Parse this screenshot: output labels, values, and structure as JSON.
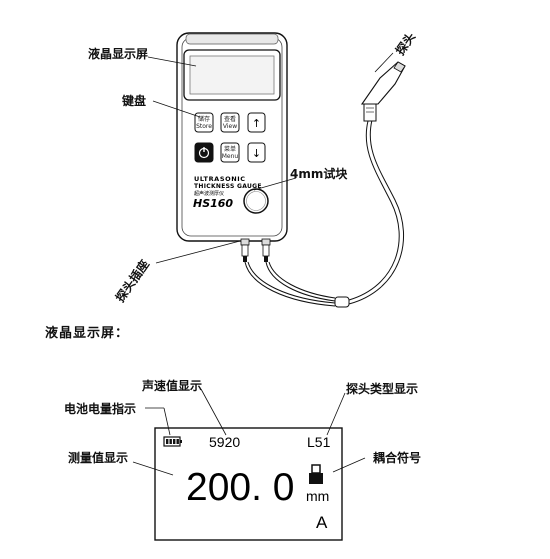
{
  "upper_diagram": {
    "labels": {
      "lcd_screen": "液晶显示屏",
      "keypad": "键盘",
      "test_block": "4mm试块",
      "probe": "探头",
      "probe_socket": "探头插座"
    },
    "keys": {
      "store": {
        "line1": "储存",
        "line2": "Store"
      },
      "view": {
        "line1": "查看",
        "line2": "View"
      },
      "up": "↑",
      "power": "⏻",
      "menu": {
        "line1": "菜单",
        "line2": "Menu"
      },
      "down": "↓"
    },
    "panel_text": {
      "line1": "ULTRASONIC",
      "line2": "THICKNESS GAUGE",
      "line3": "超声波测厚仪",
      "model": "HS160"
    }
  },
  "lcd_section": {
    "title": "液晶显示屏：",
    "labels": {
      "sound_velocity": "声速值显示",
      "battery": "电池电量指示",
      "probe_type": "探头类型显示",
      "measurement": "测量值显示",
      "coupling": "耦合符号"
    },
    "display": {
      "velocity": "5920",
      "probe_type": "L51",
      "value": "200. 0",
      "unit": "mm",
      "mode": "A"
    }
  }
}
